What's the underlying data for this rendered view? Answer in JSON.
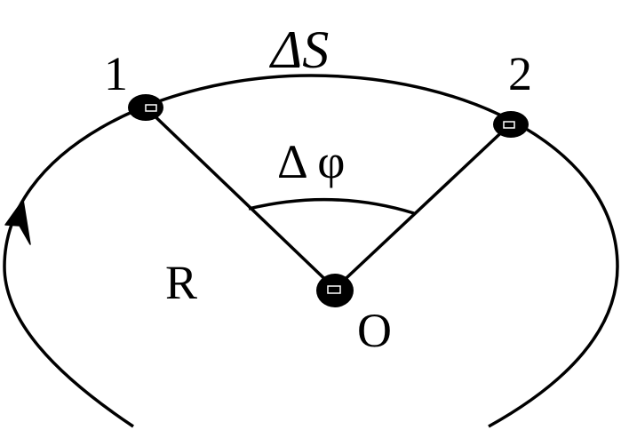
{
  "labels": {
    "point1": "1",
    "point2": "2",
    "arc_length": "ΔS",
    "angle": "Δ φ",
    "radius": "R",
    "center": "O"
  },
  "colors": {
    "stroke": "#000000",
    "background": "#ffffff"
  }
}
